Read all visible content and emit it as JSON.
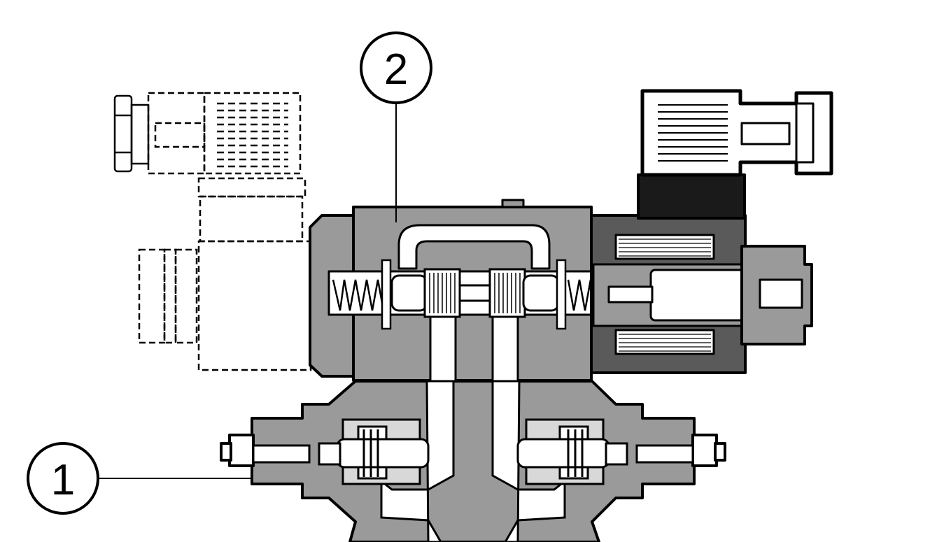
{
  "callouts": [
    {
      "id": "callout-1",
      "label": "1"
    },
    {
      "id": "callout-2",
      "label": "2"
    }
  ],
  "colors": {
    "body_fill": "#9a9a9a",
    "dark_fill": "#5a5a5a",
    "light_fill": "#ffffff",
    "stroke": "#000000"
  }
}
